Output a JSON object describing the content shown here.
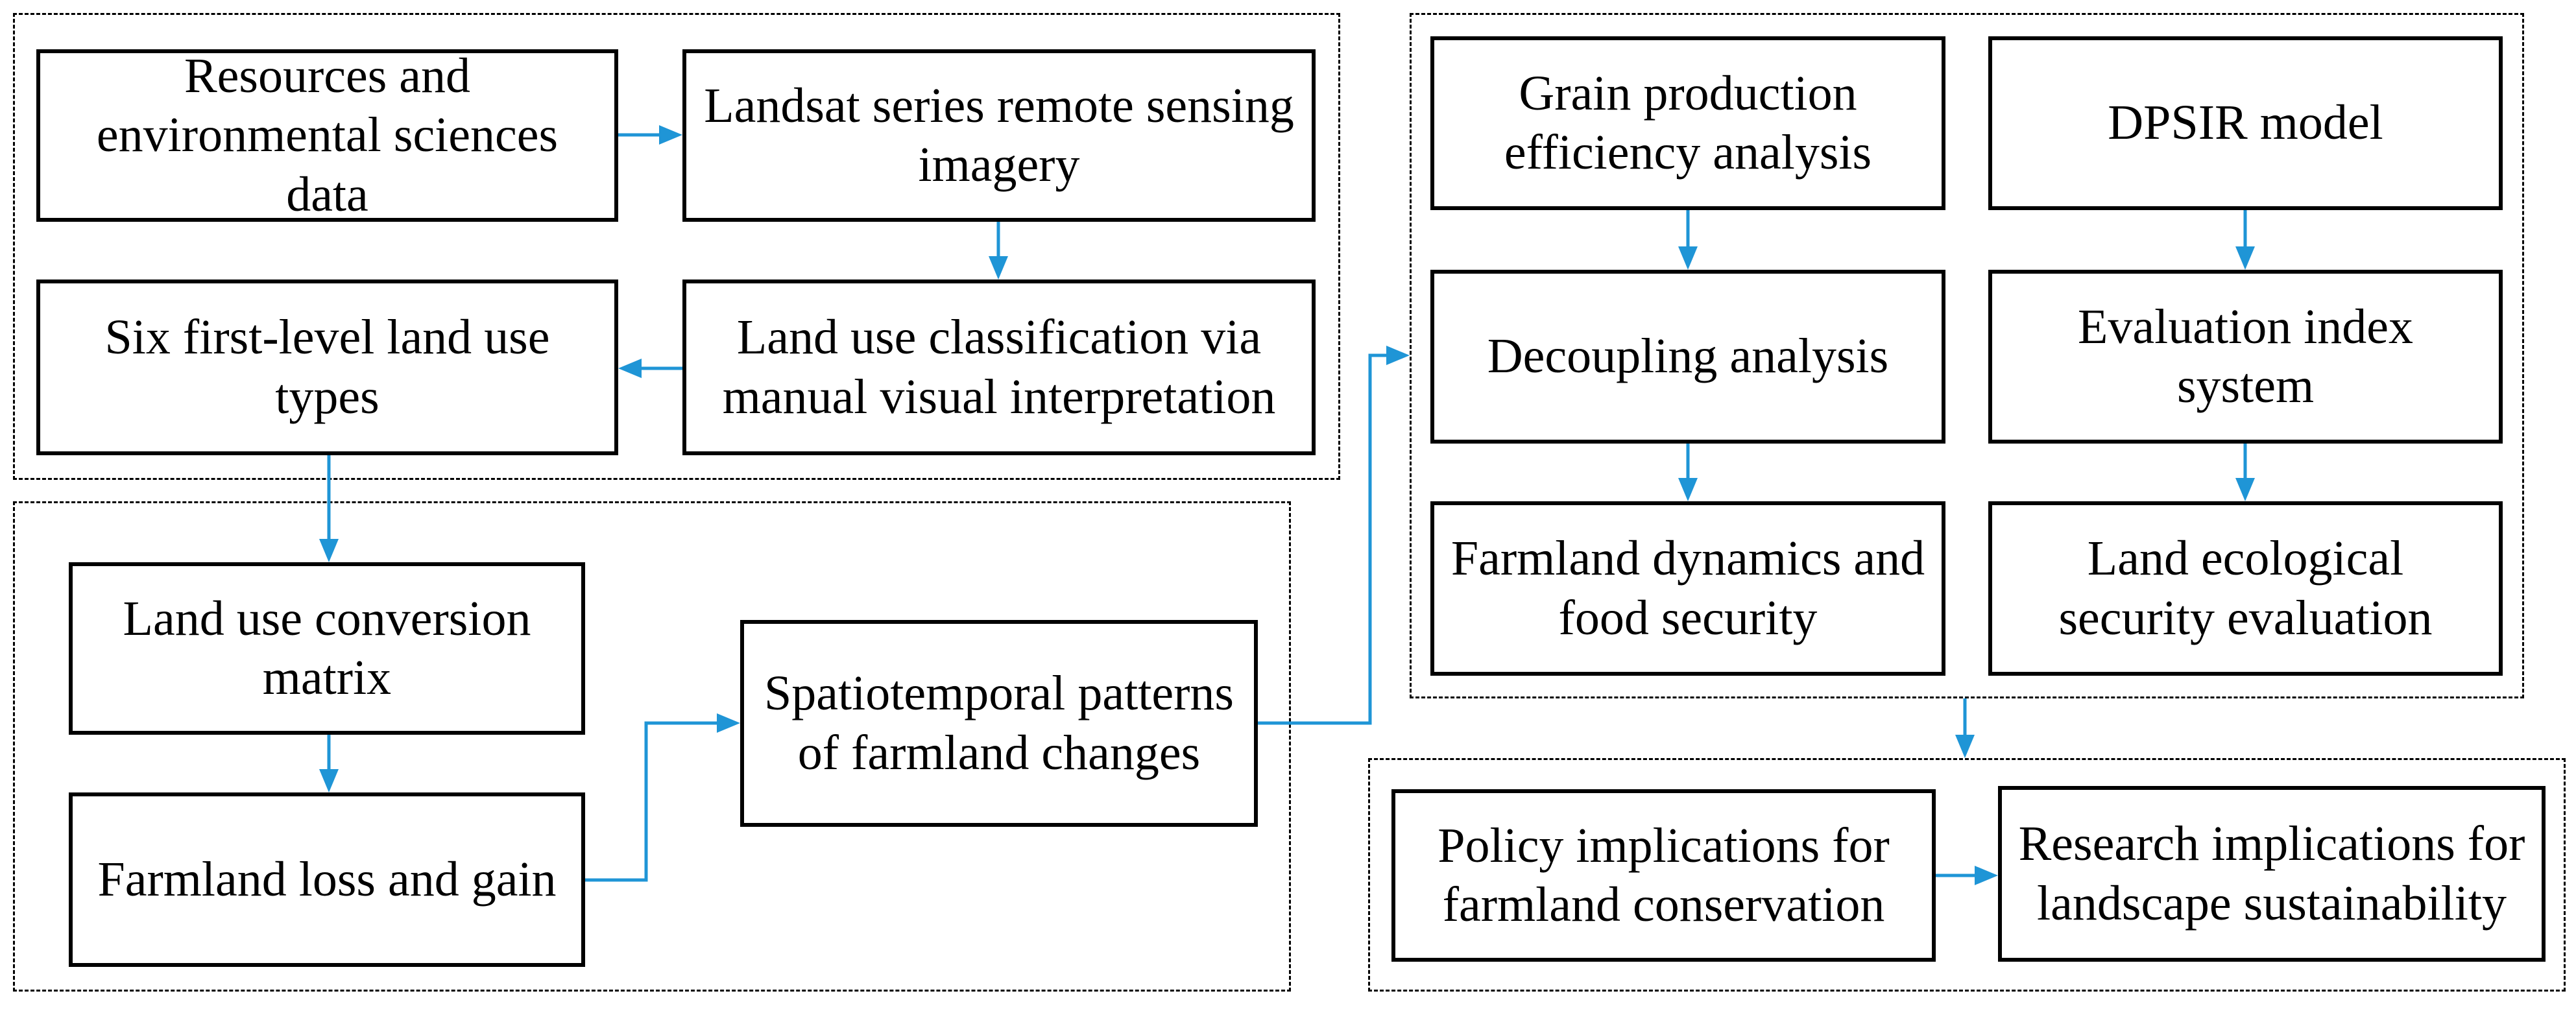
{
  "diagram": {
    "nodes": {
      "resources_data": "Resources and\nenvironmental sciences\ndata",
      "landsat_imagery": "Landsat series remote sensing\nimagery",
      "six_land_use_types": "Six first-level land use\ntypes",
      "land_use_classification": "Land use classification via\nmanual visual interpretation",
      "conversion_matrix": "Land use conversion\nmatrix",
      "farmland_loss_gain": "Farmland loss and gain",
      "spatiotemporal_patterns": "Spatiotemporal patterns\nof farmland changes",
      "grain_efficiency": "Grain production\nefficiency analysis",
      "dpsir_model": "DPSIR model",
      "decoupling_analysis": "Decoupling analysis",
      "evaluation_index": "Evaluation index\nsystem",
      "farmland_food_security": "Farmland dynamics and\nfood security",
      "ecological_security": "Land ecological\nsecurity evaluation",
      "policy_implications": "Policy implications for\nfarmland conservation",
      "research_implications": "Research implications for\nlandscape sustainability"
    },
    "colors": {
      "arrow": "#1f95d6",
      "node_border": "#000000",
      "group_border": "#000000",
      "background": "#ffffff"
    }
  }
}
